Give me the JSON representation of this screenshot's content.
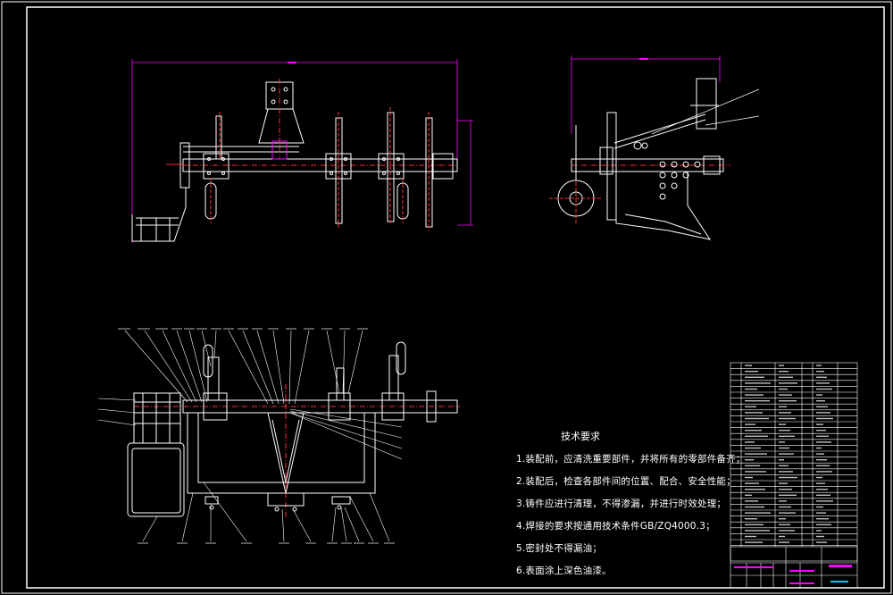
{
  "sheet": {
    "background": "#000000",
    "frame_color": "#ffffff",
    "line_color": "#ffffff",
    "dimension_color": "#ff00ff",
    "centerline_color": "#ff3030",
    "leader_color": "#ffffff"
  },
  "technical_requirements": {
    "title": "技术要求",
    "items": [
      "1.装配前，应清洗重要部件，并将所有的零部件备齐；",
      "2.装配后，检查各部件间的位置、配合、安全性能；",
      "3.铸件应进行清理，不得渗漏，并进行时效处理；",
      "4.焊接的要求按通用技术条件GB/ZQ4000.3；",
      "5.密封处不得漏油；",
      "6.表面涂上深色油漆。"
    ]
  }
}
